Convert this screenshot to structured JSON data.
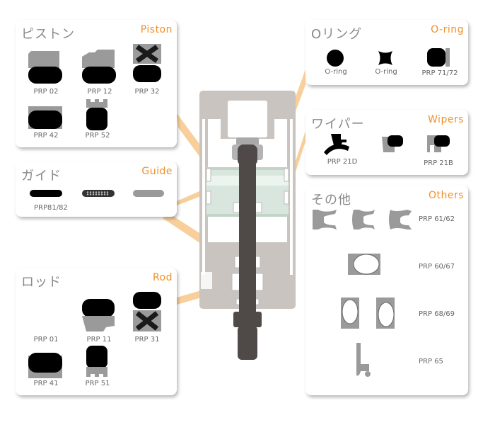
{
  "colors": {
    "accent": "#f0902a",
    "seal": "#000000",
    "metal": "#9a9a9a",
    "beam": "#f6c07a"
  },
  "piston": {
    "title_jp": "ピストン",
    "title_en": "Piston",
    "labels": [
      "PRP 02",
      "PRP 12",
      "PRP 32",
      "PRP 42",
      "PRP 52"
    ]
  },
  "guide": {
    "title_jp": "ガイド",
    "title_en": "Guide",
    "labels": [
      "PRP81/82"
    ]
  },
  "rod": {
    "title_jp": "ロッド",
    "title_en": "Rod",
    "labels": [
      "PRP 01",
      "PRP 11",
      "PRP 31",
      "PRP 41",
      "PRP 51"
    ]
  },
  "oring": {
    "title_jp": "Oリング",
    "title_en": "O-ring",
    "labels": [
      "O-ring",
      "O-ring",
      "PRP 71/72"
    ]
  },
  "wiper": {
    "title_jp": "ワイパー",
    "title_en": "Wipers",
    "labels": [
      "PRP 21D",
      "PRP 21B"
    ]
  },
  "others": {
    "title_jp": "その他",
    "title_en": "Others",
    "labels": [
      "PRP 61/62",
      "PRP 60/67",
      "PRP 68/69",
      "PRP 65"
    ]
  }
}
